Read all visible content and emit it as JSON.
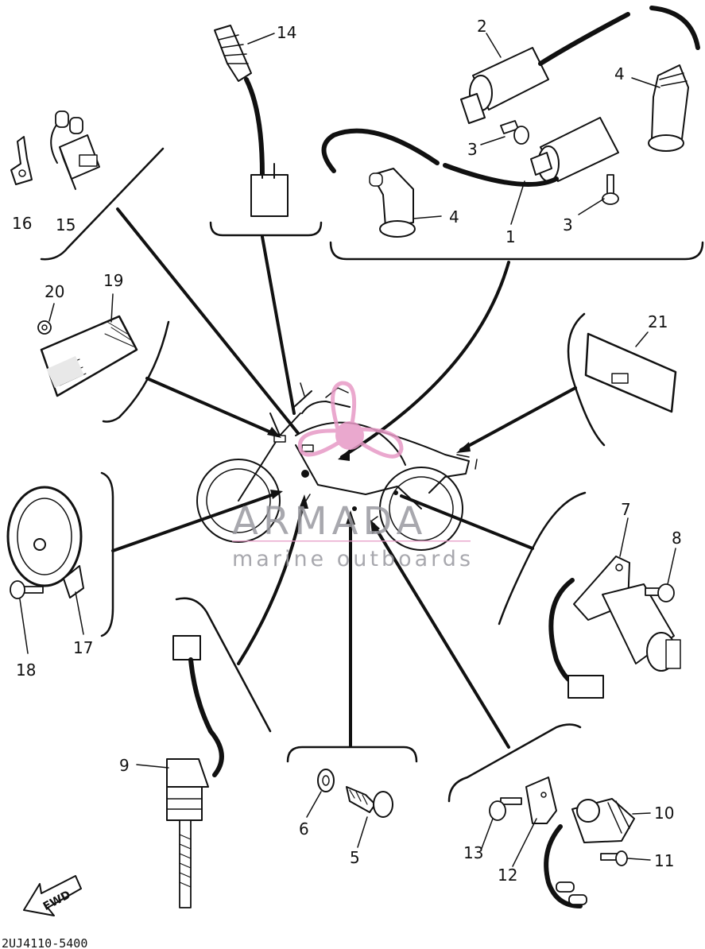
{
  "callouts": {
    "c1": "1",
    "c2": "2",
    "c3a": "3",
    "c3b": "3",
    "c4a": "4",
    "c4b": "4",
    "c5": "5",
    "c6": "6",
    "c7": "7",
    "c8": "8",
    "c9": "9",
    "c10": "10",
    "c11": "11",
    "c12": "12",
    "c13": "13",
    "c14": "14",
    "c15": "15",
    "c16": "16",
    "c17": "17",
    "c18": "18",
    "c19": "19",
    "c20": "20",
    "c21": "21"
  },
  "watermark": {
    "brand": "ARMADA",
    "tagline": "marine outboards"
  },
  "direction_label": "FWD",
  "diagram_code": "2UJ4110-5400",
  "colors": {
    "ink": "#111111",
    "watermark_gray": "#9a9aa0",
    "watermark_pink": "#e79ac6"
  }
}
